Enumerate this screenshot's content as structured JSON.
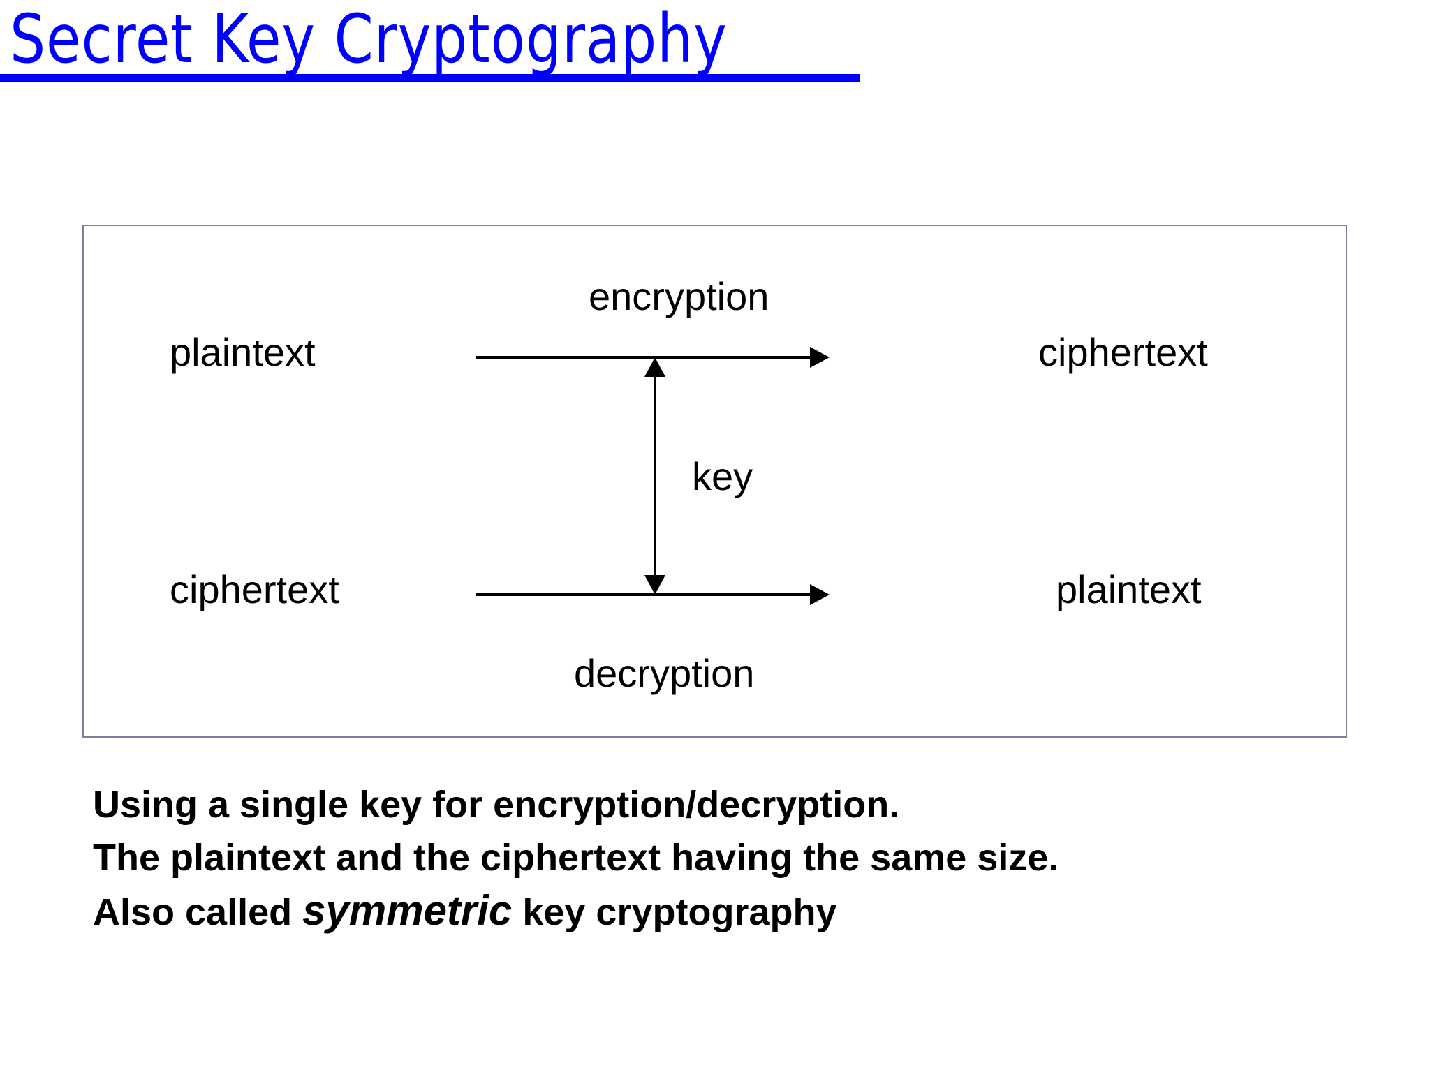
{
  "slide": {
    "title": "Secret Key Cryptography",
    "title_color": "#0000FF",
    "background_color": "#FFFFFF"
  },
  "diagram": {
    "border_color": "#7D7AA8",
    "line_color": "#000000",
    "top_row": {
      "source_label": "plaintext",
      "operation_label": "encryption",
      "target_label": "ciphertext"
    },
    "bottom_row": {
      "source_label": "ciphertext",
      "operation_label": "decryption",
      "target_label": "plaintext"
    },
    "shared_key_label": "key"
  },
  "body": {
    "line1": "Using a single key for encryption/decryption.",
    "line2": "The plaintext and the ciphertext having the same size.",
    "line3_before": "Also called ",
    "line3_emphasis": "symmetric",
    "line3_after": " key cryptography"
  }
}
